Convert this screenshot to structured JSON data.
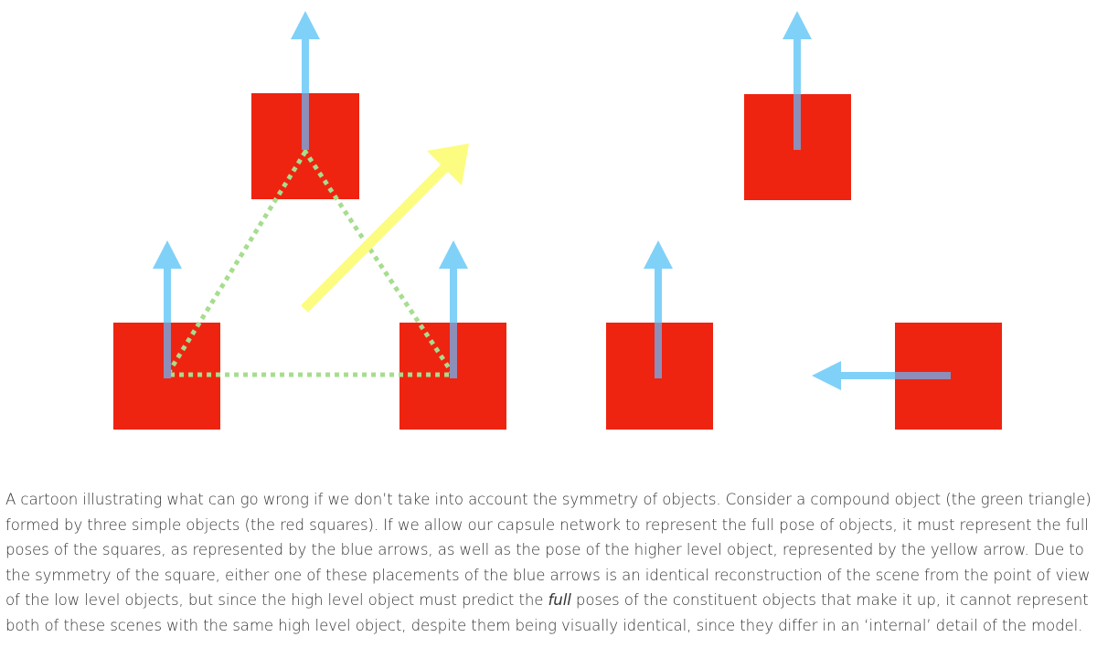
{
  "colors": {
    "square": "#ee2410",
    "pose_arrow": "#80d1f8",
    "pose_arrow_overlap": "#8e8eb8",
    "high_level_arrow": "#fcfc80",
    "triangle": "#a6dd8e",
    "caption_text": "#333333"
  },
  "caption": {
    "part1": "A cartoon illustrating what can go wrong if we don’t take into account the symmetry of objects. Consider a compound object (the green triangle) formed by three simple objects (the red squares). If we allow our capsule network to represent the full pose of objects, it must represent the full poses of the squares, as represented by the blue arrows, as well as the pose of the higher level object, represented by the yellow arrow. Due to the symmetry of the square, either one of these placements of the blue arrows is an identical reconstruction of the scene from the point of view of the low level objects, but since the high level object must predict the ",
    "emphasis": "full",
    "part2": " poses of the constituent objects that make it up, it cannot represent both of these scenes with the same high level object, despite them being visually identical, since they differ in an ‘internal’ detail of the model."
  }
}
